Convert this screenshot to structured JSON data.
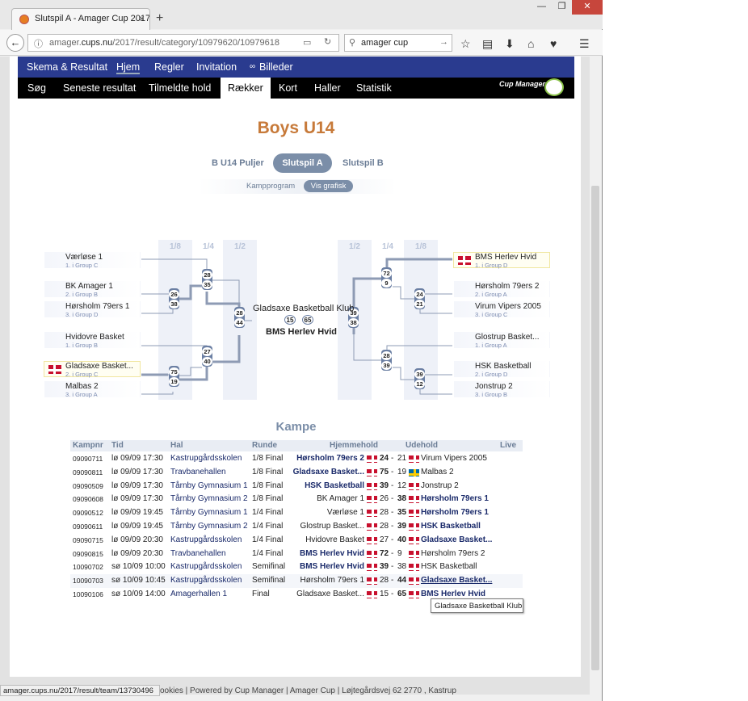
{
  "browser": {
    "tab_title": "Slutspil A - Amager Cup 2017",
    "url_prefix": "amager.",
    "url_domain": "cups.nu",
    "url_path": "/2017/result/category/10979620/10979618",
    "search_value": "amager cup",
    "status_url": "amager.cups.nu/2017/result/team/13730496"
  },
  "nav1": {
    "items": [
      "Skema & Resultat",
      "Hjem",
      "Regler",
      "Invitation",
      "Billeder"
    ]
  },
  "nav2": {
    "items": [
      "Søg",
      "Seneste resultat",
      "Tilmeldte hold",
      "Rækker",
      "Kort",
      "Haller",
      "Statistik"
    ],
    "logo": "Cup Manager"
  },
  "page_title": "Boys U14",
  "category_tabs": [
    "B U14 Puljer",
    "Slutspil A",
    "Slutspil B"
  ],
  "view_tabs": [
    "Kampprogram",
    "Vis grafisk"
  ],
  "bracket": {
    "round_headers": [
      "1/8",
      "1/4",
      "1/2",
      "1/2",
      "1/4",
      "1/8"
    ],
    "left_teams": [
      {
        "name": "Værløse 1",
        "group": "1. i Group C"
      },
      {
        "name": "BK Amager 1",
        "group": "2. i Group B"
      },
      {
        "name": "Hørsholm 79ers 1",
        "group": "3. i Group D"
      },
      {
        "name": "Hvidovre Basket",
        "group": "1. i Group B"
      },
      {
        "name": "Gladsaxe Basket...",
        "group": "2. i Group C"
      },
      {
        "name": "Malbas 2",
        "group": "3. i Group A"
      }
    ],
    "right_teams": [
      {
        "name": "BMS Herlev Hvid",
        "group": "1. i Group D"
      },
      {
        "name": "Hørsholm 79ers 2",
        "group": "2. i Group A"
      },
      {
        "name": "Virum Vipers 2005",
        "group": "3. i Group C"
      },
      {
        "name": "Glostrup Basket...",
        "group": "1. i Group A"
      },
      {
        "name": "HSK Basketball",
        "group": "2. i Group D"
      },
      {
        "name": "Jonstrup 2",
        "group": "3. i Group B"
      }
    ],
    "scores": {
      "l18a": [
        "26",
        "38"
      ],
      "l18b": [
        "75",
        "19"
      ],
      "l14a": [
        "28",
        "35"
      ],
      "l14b": [
        "27",
        "40"
      ],
      "l12": [
        "28",
        "44"
      ],
      "r12": [
        "39",
        "38"
      ],
      "r14a": [
        "72",
        "9"
      ],
      "r14b": [
        "28",
        "39"
      ],
      "r18a": [
        "24",
        "21"
      ],
      "r18b": [
        "39",
        "12"
      ]
    },
    "final": {
      "top": "Gladsaxe Basketball Klub",
      "score_a": "15",
      "score_b": "65",
      "bottom": "BMS Herlev Hvid"
    }
  },
  "matches_title": "Kampe",
  "matches_headers": [
    "Kampnr",
    "Tid",
    "Hal",
    "Runde",
    "Hjemmehold",
    "Udehold",
    "Live"
  ],
  "matches": [
    {
      "nr": "09090711",
      "tid": "lø 09/09 17:30",
      "hal": "Kastrupgårdsskolen",
      "runde": "1/8 Final",
      "home": "Hørsholm 79ers 2",
      "hs": "24",
      "as": "21",
      "away": "Virum Vipers 2005",
      "hw": true,
      "aw": false,
      "aflag": "dk"
    },
    {
      "nr": "09090811",
      "tid": "lø 09/09 17:30",
      "hal": "Travbanehallen",
      "runde": "1/8 Final",
      "home": "Gladsaxe Basket...",
      "hs": "75",
      "as": "19",
      "away": "Malbas 2",
      "hw": true,
      "aw": false,
      "aflag": "se"
    },
    {
      "nr": "09090509",
      "tid": "lø 09/09 17:30",
      "hal": "Tårnby Gymnasium 1",
      "runde": "1/8 Final",
      "home": "HSK Basketball",
      "hs": "39",
      "as": "12",
      "away": "Jonstrup 2",
      "hw": true,
      "aw": false,
      "aflag": "dk"
    },
    {
      "nr": "09090608",
      "tid": "lø 09/09 17:30",
      "hal": "Tårnby Gymnasium 2",
      "runde": "1/8 Final",
      "home": "BK Amager 1",
      "hs": "26",
      "as": "38",
      "away": "Hørsholm 79ers 1",
      "hw": false,
      "aw": true,
      "aflag": "dk"
    },
    {
      "nr": "09090512",
      "tid": "lø 09/09 19:45",
      "hal": "Tårnby Gymnasium 1",
      "runde": "1/4 Final",
      "home": "Værløse 1",
      "hs": "28",
      "as": "35",
      "away": "Hørsholm 79ers 1",
      "hw": false,
      "aw": true,
      "aflag": "dk"
    },
    {
      "nr": "09090611",
      "tid": "lø 09/09 19:45",
      "hal": "Tårnby Gymnasium 2",
      "runde": "1/4 Final",
      "home": "Glostrup Basket...",
      "hs": "28",
      "as": "39",
      "away": "HSK Basketball",
      "hw": false,
      "aw": true,
      "aflag": "dk"
    },
    {
      "nr": "09090715",
      "tid": "lø 09/09 20:30",
      "hal": "Kastrupgårdsskolen",
      "runde": "1/4 Final",
      "home": "Hvidovre Basket",
      "hs": "27",
      "as": "40",
      "away": "Gladsaxe Basket...",
      "hw": false,
      "aw": true,
      "aflag": "dk"
    },
    {
      "nr": "09090815",
      "tid": "lø 09/09 20:30",
      "hal": "Travbanehallen",
      "runde": "1/4 Final",
      "home": "BMS Herlev Hvid",
      "hs": "72",
      "as": "9",
      "away": "Hørsholm 79ers 2",
      "hw": true,
      "aw": false,
      "aflag": "dk"
    },
    {
      "nr": "10090702",
      "tid": "sø 10/09 10:00",
      "hal": "Kastrupgårdsskolen",
      "runde": "Semifinal",
      "home": "BMS Herlev Hvid",
      "hs": "39",
      "as": "38",
      "away": "HSK Basketball",
      "hw": true,
      "aw": false,
      "aflag": "dk"
    },
    {
      "nr": "10090703",
      "tid": "sø 10/09 10:45",
      "hal": "Kastrupgårdsskolen",
      "runde": "Semifinal",
      "home": "Hørsholm 79ers 1",
      "hs": "28",
      "as": "44",
      "away": "Gladsaxe Basket...",
      "hw": false,
      "aw": true,
      "aflag": "dk"
    },
    {
      "nr": "10090106",
      "tid": "sø 10/09 14:00",
      "hal": "Amagerhallen 1",
      "runde": "Final",
      "home": "Gladsaxe Basket...",
      "hs": "15",
      "as": "65",
      "away": "BMS Herlev Hvid",
      "hw": false,
      "aw": true,
      "aflag": "dk"
    }
  ],
  "tooltip": "Gladsaxe Basketball Klub",
  "footer": "ookies | Powered by Cup Manager | Amager Cup | Løjtegårdsvej 62  2770 , Kastrup"
}
